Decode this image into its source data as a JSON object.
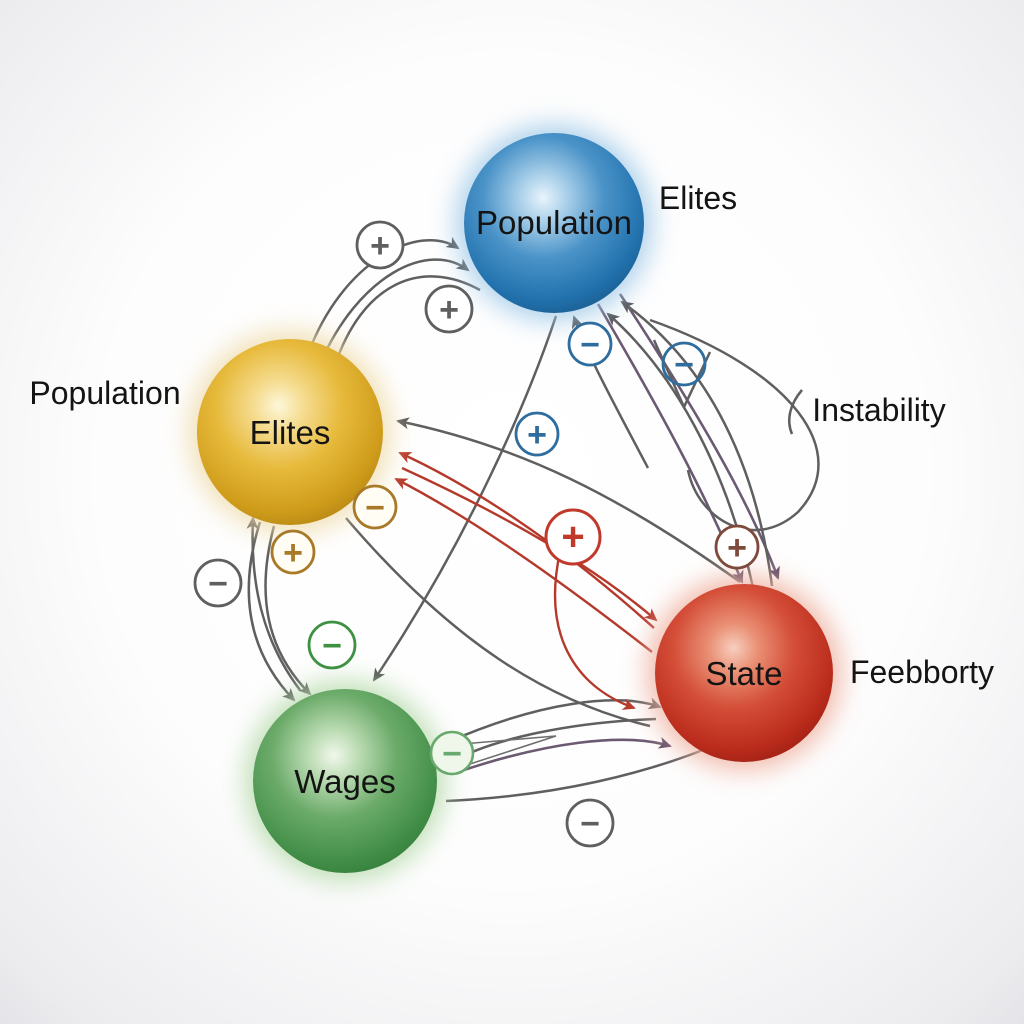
{
  "figure": {
    "type": "causal-loop-diagram",
    "nodes": [
      {
        "id": "population",
        "label": "Population",
        "color": "#2b7cb9"
      },
      {
        "id": "elites",
        "label": "Elites",
        "color": "#ddab26"
      },
      {
        "id": "wages",
        "label": "Wages",
        "color": "#4f9e52"
      },
      {
        "id": "state",
        "label": "State",
        "color": "#c93b28"
      }
    ],
    "external_labels": [
      {
        "id": "elites-ext",
        "text": "Elites"
      },
      {
        "id": "population-ext",
        "text": "Population"
      },
      {
        "id": "instability",
        "text": "Instability"
      },
      {
        "id": "feebborty",
        "text": "Feebborty"
      }
    ],
    "signs": [
      {
        "glyph": "+",
        "color": "#5f5f5f"
      },
      {
        "glyph": "+",
        "color": "#5f5f5f"
      },
      {
        "glyph": "−",
        "color": "#2e6d9e"
      },
      {
        "glyph": "−",
        "color": "#2e6d9e"
      },
      {
        "glyph": "+",
        "color": "#2e6d9e"
      },
      {
        "glyph": "+",
        "color": "#c0392b"
      },
      {
        "glyph": "+",
        "color": "#7d4a3c"
      },
      {
        "glyph": "−",
        "color": "#a87a28"
      },
      {
        "glyph": "+",
        "color": "#a87a28"
      },
      {
        "glyph": "−",
        "color": "#5f5f5f"
      },
      {
        "glyph": "−",
        "color": "#3f9142"
      },
      {
        "glyph": "−",
        "color": "#6aa96e"
      },
      {
        "glyph": "−",
        "color": "#5f5f5f"
      }
    ],
    "relations": [
      {
        "from": "elites",
        "to": "population",
        "sign": "+",
        "color": "gray",
        "bidirectional": true
      },
      {
        "from": "elites",
        "to": "wages",
        "sign": "+",
        "color": "gray",
        "bidirectional": true
      },
      {
        "from": "population",
        "to": "state",
        "sign": "−",
        "color": "gray",
        "bidirectional": true
      },
      {
        "from": "wages",
        "to": "state",
        "sign": "−",
        "color": "gray",
        "bidirectional": true
      },
      {
        "from": "state",
        "to": "elites",
        "sign": "+",
        "color": "red",
        "bidirectional": true
      },
      {
        "from": "population",
        "to": "wages",
        "sign": "−",
        "color": "gray",
        "bidirectional": false
      }
    ]
  }
}
